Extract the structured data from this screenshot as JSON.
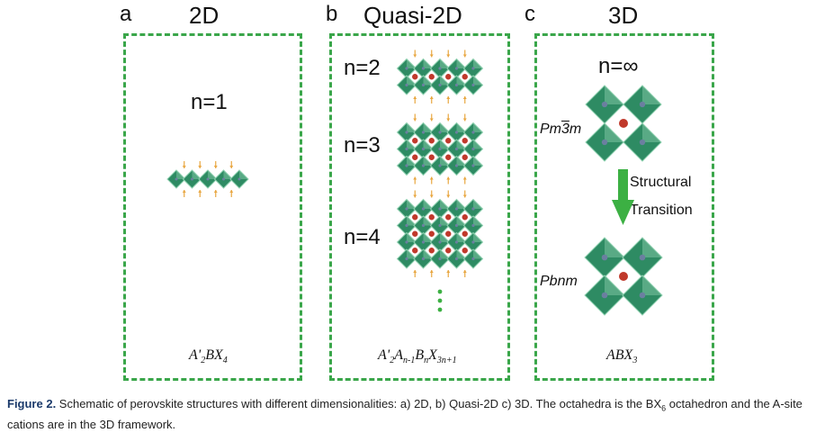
{
  "panels": [
    {
      "letter": "a",
      "title": "2D",
      "n_labels": [
        "n=1"
      ],
      "formula": {
        "parts": [
          [
            "A'",
            ""
          ],
          [
            "",
            "2"
          ],
          [
            "BX",
            ""
          ],
          [
            "",
            "4"
          ]
        ]
      }
    },
    {
      "letter": "b",
      "title": "Quasi-2D",
      "n_labels": [
        "n=2",
        "n=3",
        "n=4"
      ],
      "formula": {
        "parts": [
          [
            "A'",
            ""
          ],
          [
            "",
            "2"
          ],
          [
            "A",
            ""
          ],
          [
            "",
            "n-1"
          ],
          [
            "B",
            ""
          ],
          [
            "",
            "n"
          ],
          [
            "X",
            ""
          ],
          [
            "",
            "3n+1"
          ]
        ]
      }
    },
    {
      "letter": "c",
      "title": "3D",
      "n_labels": [
        "n=∞"
      ],
      "formula": {
        "parts": [
          [
            "ABX",
            ""
          ],
          [
            "",
            "3"
          ]
        ]
      },
      "space_groups": {
        "top_pre": "Pm",
        "top_bar": "3",
        "top_post": "m",
        "bottom": "Pbnm"
      },
      "transition": [
        "Structural",
        "Transition"
      ]
    }
  ],
  "caption": {
    "label": "Figure 2.",
    "text_before": " Schematic of perovskite structures with different dimensionalities: a) 2D, b) Quasi-2D c) 3D. The octahedra is the BX",
    "sub": "6",
    "text_after": " octahedron and the A-site cations are in the 3D framework."
  },
  "colors": {
    "dash_green": "#3aa64a",
    "octahedron": "#2e8b63",
    "octahedron_light": "#8fd1b0",
    "a_cation": "#c0392b",
    "ligand_arrow": "#e8a640",
    "transition_arrow": "#3cb043",
    "caption_label": "#1b3a6b"
  },
  "icons": [
    "octahedron-icon",
    "a-site-cation-icon",
    "ligand-arrow-icon",
    "structural-transition-arrow-icon",
    "ellipsis-dots-icon"
  ]
}
